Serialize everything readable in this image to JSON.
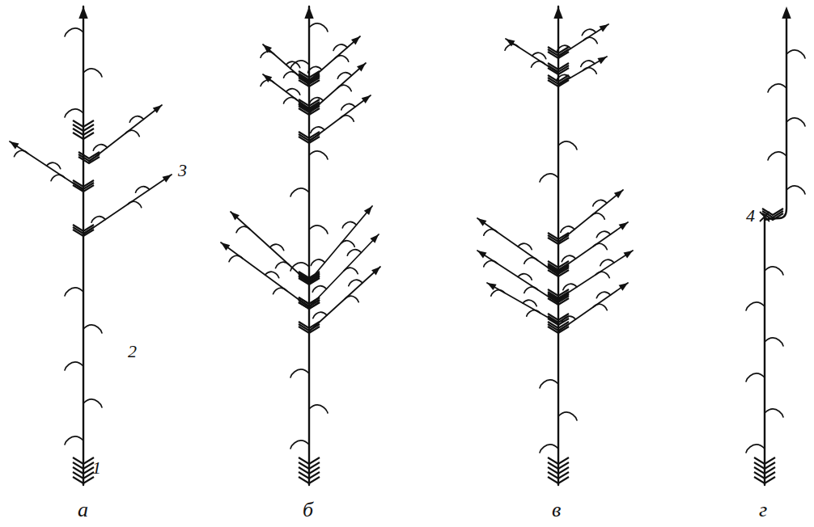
{
  "diagram": {
    "labels": [
      "3",
      "4",
      "2",
      "1",
      "а",
      "б",
      "в",
      "г"
    ]
  }
}
